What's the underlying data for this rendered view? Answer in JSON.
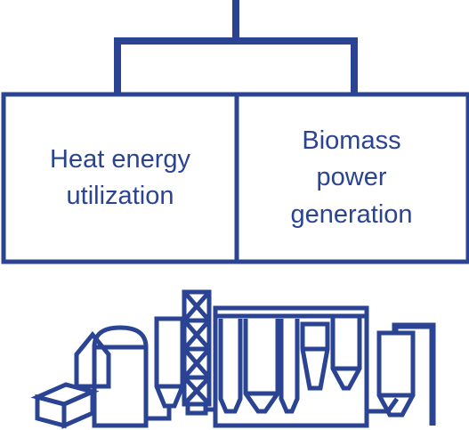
{
  "theme": {
    "stroke": "#2a4493",
    "background": "#ffffff"
  },
  "boxes": {
    "left": {
      "line1": "Heat energy",
      "line2": "utilization"
    },
    "right": {
      "line1": "Biomass",
      "line2": "power",
      "line3": "generation"
    }
  },
  "illustration": {
    "icon": "biomass-power-plant-icon"
  }
}
